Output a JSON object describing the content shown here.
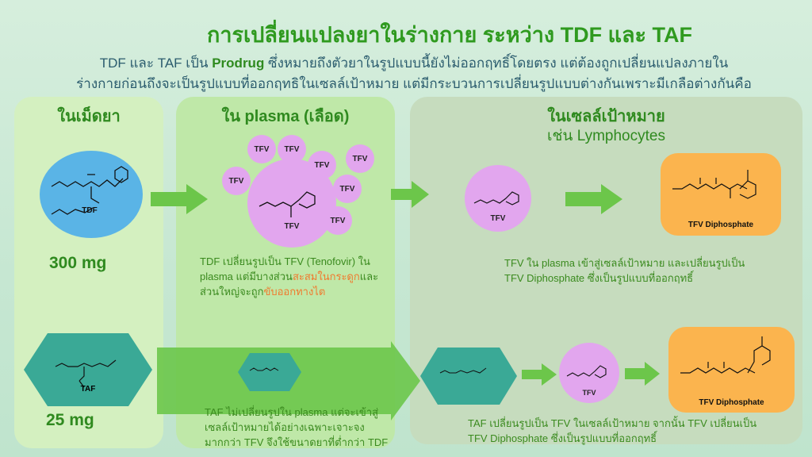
{
  "title": "การเปลี่ยนแปลงยาในร่างกาย ระหว่าง TDF และ TAF",
  "intro": {
    "line1_a": "TDF และ TAF  เป็น ",
    "line1_bold": "Prodrug",
    "line1_b": " ซึ่งหมายถึงตัวยาในรูปแบบนี้ยังไม่ออกฤทธิ์โดยตรง แต่ต้องถูกเปลี่ยนแปลงภายใน",
    "line2": "ร่างกายก่อนถึงจะเป็นรูปแบบที่ออกฤทธิในเซลล์เป้าหมาย แต่มีกระบวนการเปลี่ยนรูปแบบต่างกันเพราะมีเกลือต่างกันคือ"
  },
  "columns": {
    "tablet": "ในเม็ดยา",
    "plasma": "ใน plasma (เลือด)",
    "cell": "ในเซลล์เป้าหมาย",
    "cell_sub": "เช่น Lymphocytes"
  },
  "tdf": {
    "label": "TDF",
    "dose": "300 mg",
    "tfv": "TFV",
    "plasma_text": {
      "a": "TDF เปลี่ยนรูปเป็น TFV (Tenofovir) ใน",
      "b": "plasma  แต่มีบางส่วน",
      "b_hl": "สะสมในกระดูก",
      "b2": "และ",
      "c": "ส่วนใหญ่จะถูก",
      "c_hl": "ขับออกทางไต"
    },
    "cell_text": {
      "a": "TFV ใน plasma เข้าสู่เซลล์เป้าหมาย และเปลี่ยนรูปเป็น",
      "b": "TFV Diphosphate ซึ่งเป็นรูปแบบที่ออกฤทธิ์"
    },
    "product": "TFV Diphosphate"
  },
  "taf": {
    "label": "TAF",
    "dose": "25 mg",
    "tfv": "TFV",
    "plasma_text": {
      "a": "TAF ไม่เปลี่ยนรูปใน plasma  แต่จะเข้าสู่",
      "b": "เซลล์เป้าหมายได้อย่างเฉพาะเจาะจง",
      "c": "มากกว่า TFV จึงใช้ขนาดยาที่ต่ำกว่า TDF"
    },
    "cell_text": {
      "a": "TAF เปลี่ยนรูปเป็น TFV ในเซลล์เป้าหมาย จากนั้น TFV เปลี่ยนเป็น",
      "b": "TFV Diphosphate ซึ่งเป็นรูปแบบที่ออกฤทธิ์"
    },
    "product": "TFV Diphosphate"
  },
  "colors": {
    "green": "#2f8a1f",
    "arrow": "#6cc64a",
    "pink": "#e2a6ee",
    "orange": "#fbb44e",
    "blue": "#5ab4e6",
    "teal": "#3aa996"
  }
}
